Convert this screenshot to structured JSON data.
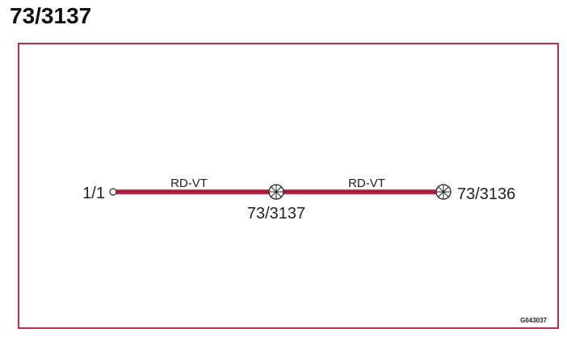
{
  "page": {
    "title": "73/3137"
  },
  "diagram": {
    "colors": {
      "frame": "#c8294b",
      "wire_outer": "#c8294b",
      "wire_inner": "#8e1530",
      "text": "#222222"
    },
    "nodes": [
      {
        "id": "start",
        "label": "1/1",
        "symbol": "open-circle-terminal"
      },
      {
        "id": "mid",
        "label": "73/3137",
        "symbol": "crossed-circle-splice"
      },
      {
        "id": "end",
        "label": "73/3136",
        "symbol": "crossed-circle-splice"
      }
    ],
    "wires": [
      {
        "from": "start",
        "to": "mid",
        "label": "RD-VT"
      },
      {
        "from": "mid",
        "to": "end",
        "label": "RD-VT"
      }
    ],
    "reference_code": "G043037"
  }
}
